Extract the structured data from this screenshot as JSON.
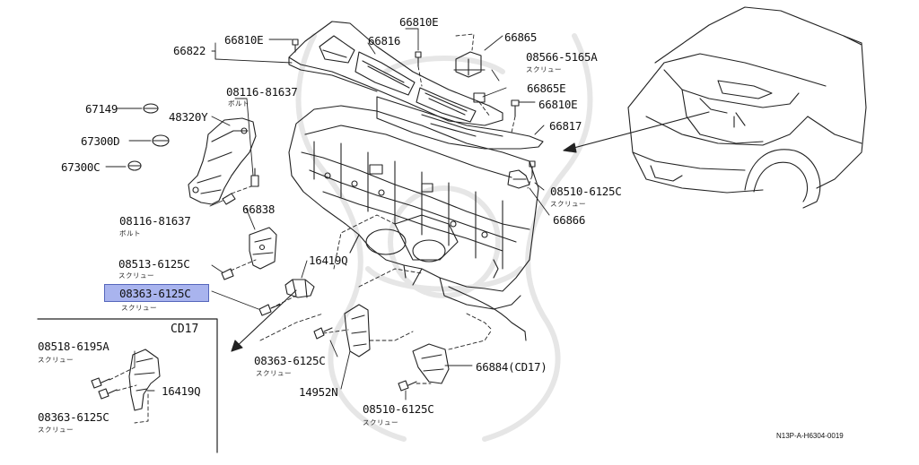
{
  "labels": {
    "p66822": "66822",
    "p66810e_a": "66810E",
    "p66816": "66816",
    "p66810e_b": "66810E",
    "p66865": "66865",
    "p08566": "08566-5165A",
    "p08566_sub": "スクリュー",
    "p66865e": "66865E",
    "p66810e_c": "66810E",
    "p66817": "66817",
    "p67149": "67149",
    "p48320y": "48320Y",
    "p67300d": "67300D",
    "p67300c": "67300C",
    "p08116_a": "08116-81637",
    "p08116_a_sub": "ボルト",
    "p08116_b": "08116-81637",
    "p08116_b_sub": "ボルト",
    "p66838": "66838",
    "p08513": "08513-6125C",
    "p08513_sub": "スクリュー",
    "p08363_hl": "08363-6125C",
    "p08363_hl_sub": "スクリュー",
    "p16419q": "16419Q",
    "p08510_a": "08510-6125C",
    "p08510_a_sub": "スクリュー",
    "p66866": "66866",
    "p08363_b": "08363-6125C",
    "p08363_b_sub": "スクリュー",
    "p14952n": "14952N",
    "p66884": "66884(CD17)",
    "p08510_b": "08510-6125C",
    "p08510_b_sub": "スクリュー",
    "inset_title": "CD17",
    "p08518": "08518-6195A",
    "p08518_sub": "スクリュー",
    "p16419q_inset": "16419Q",
    "p08363_inset": "08363-6125C",
    "p08363_inset_sub": "スクリュー",
    "ref_code": "N13P-A-H6304-0019"
  },
  "highlight_color": "#a9b4ee"
}
